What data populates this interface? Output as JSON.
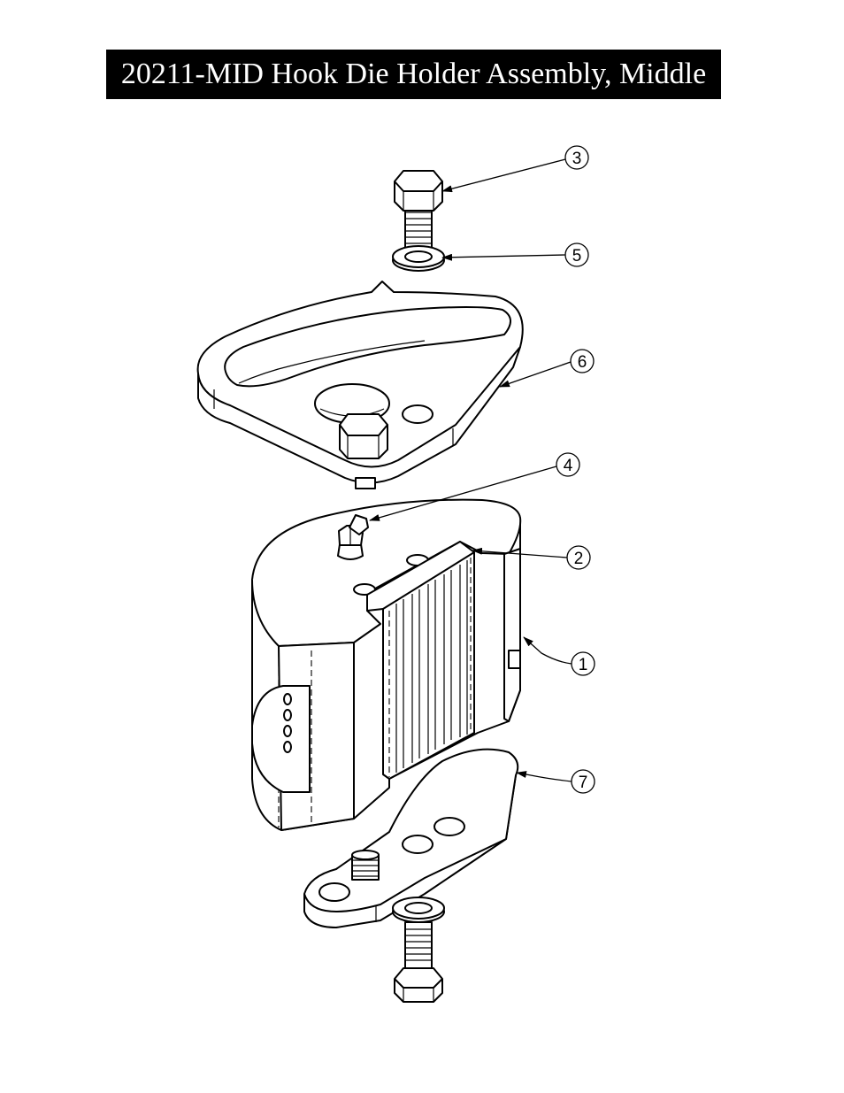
{
  "title": "20211-MID Hook Die Holder Assembly, Middle",
  "callouts": [
    {
      "label": "3",
      "part": "hex-bolt-top"
    },
    {
      "label": "5",
      "part": "washer-top"
    },
    {
      "label": "6",
      "part": "top-plate"
    },
    {
      "label": "4",
      "part": "grease-fitting"
    },
    {
      "label": "2",
      "part": "die-insert"
    },
    {
      "label": "1",
      "part": "die-holder-body"
    },
    {
      "label": "7",
      "part": "bottom-plate"
    }
  ],
  "colors": {
    "title_background": "#000000",
    "title_text": "#ffffff",
    "line": "#000000",
    "background": "#ffffff"
  }
}
